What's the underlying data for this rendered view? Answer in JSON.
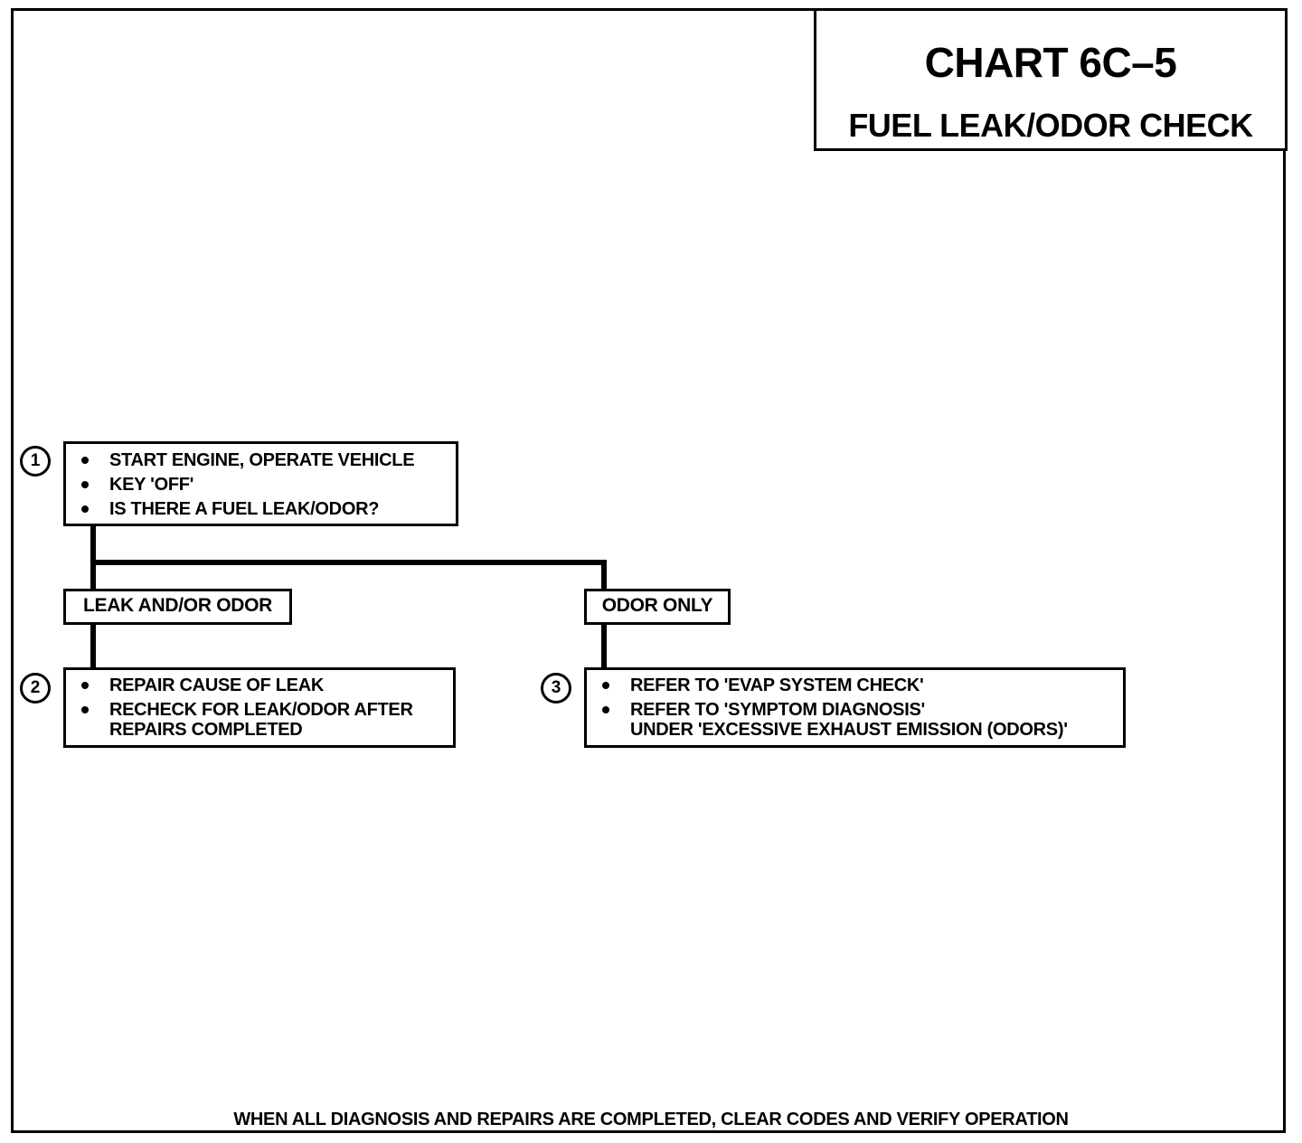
{
  "title": {
    "line1": "CHART 6C–5",
    "line2": "FUEL LEAK/ODOR CHECK"
  },
  "steps": [
    {
      "number": "1",
      "items": [
        "START ENGINE, OPERATE VEHICLE",
        "KEY 'OFF'",
        "IS THERE A FUEL LEAK/ODOR?"
      ]
    },
    {
      "number": "2",
      "items": [
        "REPAIR CAUSE OF LEAK",
        "RECHECK FOR LEAK/ODOR AFTER"
      ],
      "continuation": "REPAIRS COMPLETED"
    },
    {
      "number": "3",
      "items": [
        "REFER TO  'EVAP SYSTEM CHECK'",
        "REFER TO  'SYMPTOM DIAGNOSIS'"
      ],
      "continuation": "UNDER 'EXCESSIVE EXHAUST EMISSION (ODORS)'"
    }
  ],
  "branches": {
    "left": "LEAK AND/OR ODOR",
    "right": "ODOR ONLY"
  },
  "footer": "WHEN ALL DIAGNOSIS AND REPAIRS ARE COMPLETED, CLEAR CODES AND VERIFY OPERATION"
}
